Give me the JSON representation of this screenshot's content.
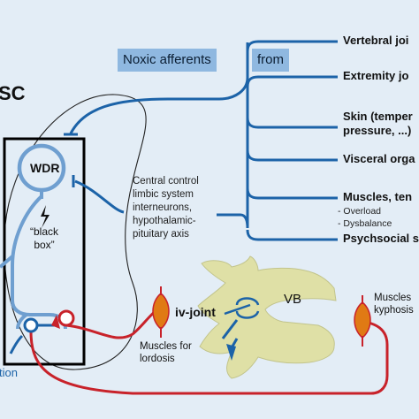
{
  "colors": {
    "background": "#e3edf6",
    "nerve": "#1c63a8",
    "muscle": "#c8222a",
    "bone": "#dfe0a6",
    "header": "#8fb8e0"
  },
  "header": {
    "left": "Noxic afferents",
    "right": "from"
  },
  "sources": [
    {
      "id": "vertebral",
      "label": "Vertebral joi"
    },
    {
      "id": "extremity",
      "label": "Extremity jo"
    },
    {
      "id": "skin",
      "label": "Skin (temper",
      "label2": "pressure, ...)"
    },
    {
      "id": "visceral",
      "label": "Visceral orga"
    },
    {
      "id": "muscles",
      "label": "Muscles, ten",
      "subitems": [
        "- Overload",
        "- Dysbalance"
      ]
    },
    {
      "id": "psychosocial",
      "label": "Psychsocial s"
    }
  ],
  "sc_label": "SC",
  "wdr_label": "WDR",
  "black_box": [
    "“black",
    "box”"
  ],
  "central_control": [
    "Central control",
    "limbic system",
    "interneurons,",
    "hypothalamic-",
    "pituitary axis"
  ],
  "vb_label": "VB",
  "iv_joint_label": "iv-joint",
  "muscles_lordosis": [
    "Muscles for",
    "lordosis"
  ],
  "muscles_kyphosis": [
    "Muscles",
    "kyphosis"
  ],
  "bottom_left_label": "tion",
  "lightning_icon": "lightning-icon"
}
